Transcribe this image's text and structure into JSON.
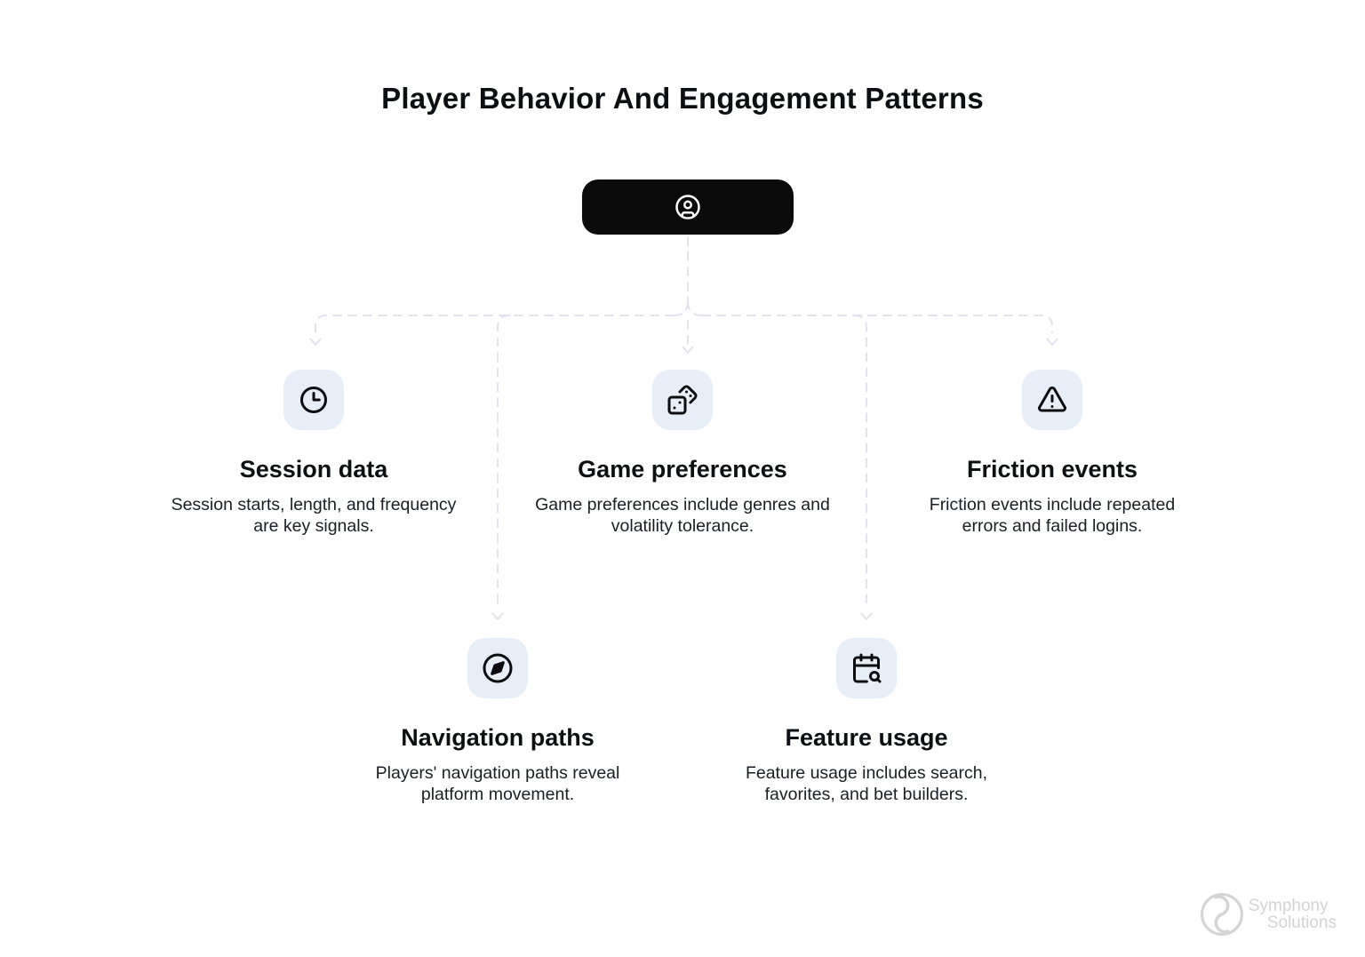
{
  "title": "Player Behavior And Engagement Patterns",
  "root_node": {
    "icon": "user-circle-icon"
  },
  "cards": [
    {
      "id": "session-data",
      "icon": "clock-icon",
      "title": "Session data",
      "description": "Session starts, length, and frequency are key signals."
    },
    {
      "id": "game-preferences",
      "icon": "dices-icon",
      "title": "Game preferences",
      "description": "Game preferences include genres and volatility tolerance."
    },
    {
      "id": "friction-events",
      "icon": "alert-triangle-icon",
      "title": "Friction events",
      "description": "Friction events include repeated errors and failed logins."
    },
    {
      "id": "navigation-paths",
      "icon": "compass-icon",
      "title": "Navigation paths",
      "description": "Players' navigation paths reveal platform movement."
    },
    {
      "id": "feature-usage",
      "icon": "calendar-search-icon",
      "title": "Feature usage",
      "description": "Feature usage includes search, favorites, and bet builders."
    }
  ],
  "watermark": {
    "line1": "Symphony",
    "line2": "Solutions"
  },
  "colors": {
    "node_bg": "#0b0b0c",
    "tile_bg": "#e8eef8",
    "connector": "#e2e2ee",
    "heading": "#0e0f12",
    "body": "#1b1e24",
    "watermark": "#d4d4d6"
  }
}
